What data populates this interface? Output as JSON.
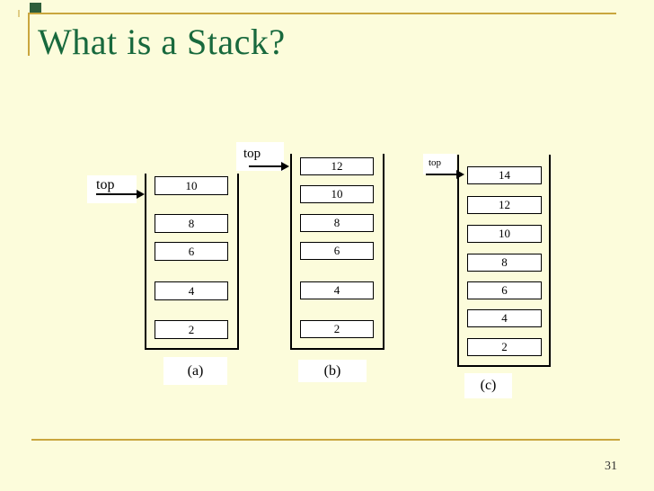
{
  "slide": {
    "title": "What is a Stack?",
    "page_number": "31"
  },
  "colors": {
    "background": "#FCFCDB",
    "accent-gold": "#C9A63E",
    "title-green": "#18693D",
    "bullet-green": "#2E5E3A",
    "diagram-line": "#000000",
    "box-fill": "#FFFFFF"
  },
  "diagram": {
    "stacks": [
      {
        "id": "a",
        "top_label": "top",
        "caption": "(a)",
        "items": [
          "10",
          "8",
          "6",
          "4",
          "2"
        ]
      },
      {
        "id": "b",
        "top_label": "top",
        "caption": "(b)",
        "items": [
          "12",
          "10",
          "8",
          "6",
          "4",
          "2"
        ]
      },
      {
        "id": "c",
        "top_label": "top",
        "caption": "(c)",
        "items": [
          "14",
          "12",
          "10",
          "8",
          "6",
          "4",
          "2"
        ]
      }
    ]
  }
}
